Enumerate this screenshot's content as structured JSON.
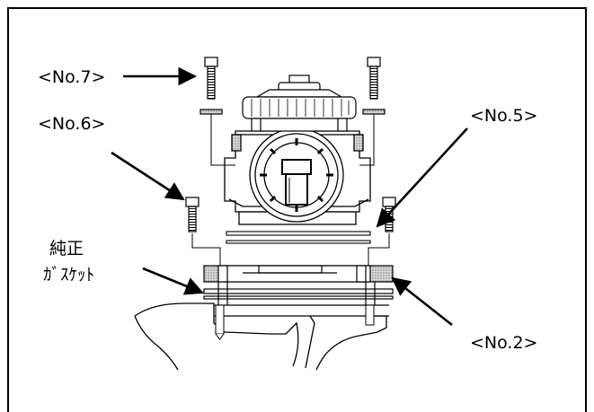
{
  "labels": {
    "no7": "<No.7>",
    "no6": "<No.6>",
    "no5": "<No.5>",
    "no2": "<No.2>",
    "gasket_line1": "純正",
    "gasket_line2": "ｶﾞｽｹｯﾄ"
  },
  "colors": {
    "line": "#000000",
    "hatch": "#9a9a9a",
    "body": "#f4f4f4"
  }
}
